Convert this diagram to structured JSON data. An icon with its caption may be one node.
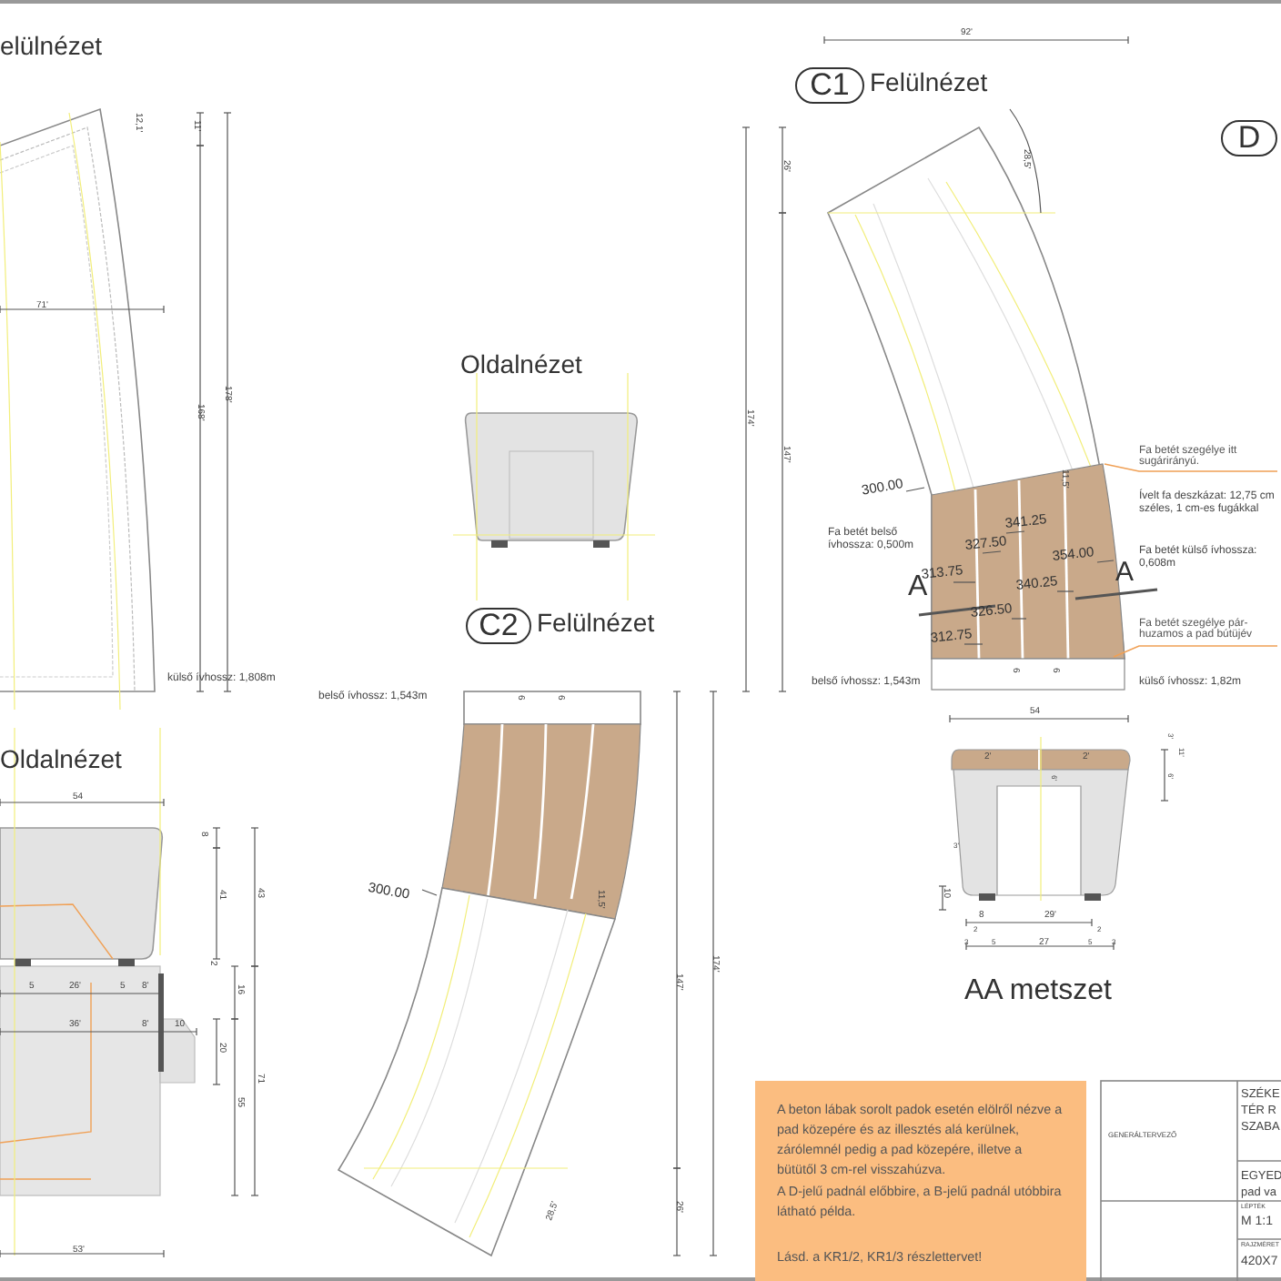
{
  "diagram": {
    "nodes": [
      {
        "text": [
          "C2"
        ],
        "beside": [
          "Felülnézet"
        ]
      },
      {
        "text": [
          "C1"
        ],
        "beside": [
          "Felülnézet"
        ]
      },
      {
        "text": [
          "D"
        ]
      },
      {
        "text": [
          "A beton lábak sorolt padok esetén elölről nézve a pad közepére és az illesztés alá kerülnek, zárólemnél pedig a pad közepére, illetve a bütütől 3 cm-rel visszahúzva.",
          "A D-jelű padnál előbbire, a B-jelű padnál utóbbira látható példa.",
          "Lásd. a KR1/2, KR1/3 részlettervet!"
        ]
      },
      {
        "text": [
          "Fa betét szegélye itt sugárirányú."
        ]
      },
      {
        "text": [
          "Fa betét szegélye pár- huzamos a pad bútüjév"
        ]
      }
    ],
    "edges": [
      {
        "from": 4,
        "to": null,
        "arrow": "none"
      },
      {
        "from": 5,
        "to": null,
        "arrow": "none"
      }
    ],
    "labels": [
      "elülnézet",
      "12,1'",
      "11'",
      "71'",
      "168'",
      "178'",
      "külső ívhossz: 1,808m",
      "Oldalnézet",
      "belső ívhossz: 1,543m",
      "6",
      "6",
      "300.00",
      "11,5'",
      "147'",
      "174'",
      "26'",
      "28,5'",
      "Oldalnézet",
      "54",
      "8",
      "41",
      "43",
      "2",
      "16",
      "20",
      "55",
      "71",
      "5",
      "26'",
      "5",
      "8'",
      "36'",
      "8'",
      "10",
      "53'",
      "92'",
      "26'",
      "28,5'",
      "174'",
      "147'",
      "300.00",
      "341.25",
      "327.50",
      "313.75",
      "354.00",
      "340.25",
      "326.50",
      "312.75",
      "A",
      "A",
      "11,5'",
      "6",
      "6",
      "Fa betét belső ívhossza: 0,500m",
      "Ívelt fa deszkázat: 12,75 cm széles, 1 cm-es fugákkal",
      "Fa betét külső ívhossza: 0,608m",
      "belső ívhossz: 1,543m",
      "külső ívhossz: 1,82m",
      "54",
      "2'",
      "2'",
      "3'",
      "11'",
      "6'",
      "6'",
      "3'",
      "10",
      "8",
      "29'",
      "2",
      "3",
      "5",
      "27",
      "5",
      "2",
      "3",
      "AA metszet",
      "GENERÁLTERVEZŐ",
      "SZÉKE",
      "TÉR R",
      "SZABA",
      "EGYED",
      "pad va",
      "LÉPTÉK",
      "M 1:1",
      "RAJZMÉRET",
      "420X7"
    ]
  }
}
